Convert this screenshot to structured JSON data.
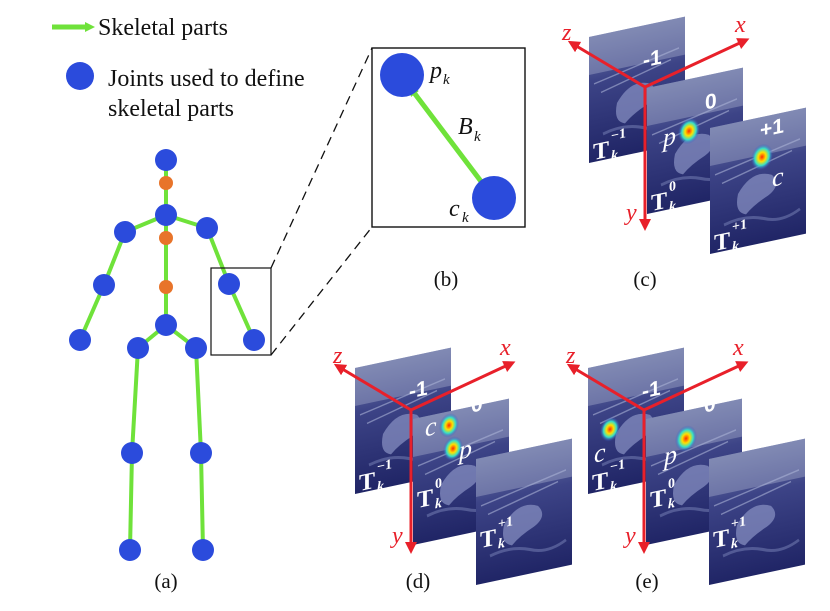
{
  "legend": {
    "bone_label": "Skeletal parts",
    "joint_label_line1": "Joints used to define",
    "joint_label_line2": "skeletal parts"
  },
  "panels": {
    "a": "(a)",
    "b": "(b)",
    "c": "(c)",
    "d": "(d)",
    "e": "(e)"
  },
  "zoom": {
    "p": "p",
    "p_sub": "k",
    "b": "B",
    "b_sub": "k",
    "c": "c",
    "c_sub": "k"
  },
  "axes": {
    "x": "x",
    "y": "y",
    "z": "z"
  },
  "frames": {
    "idx_prev": "-1",
    "idx_cur": "0",
    "idx_next": "+1",
    "t_letter": "T",
    "sub": "k",
    "sup_prev": "−1",
    "sup_cur": "0",
    "sup_next": "+1",
    "p": "p",
    "c": "c"
  },
  "colors": {
    "bone": "#6fe23a",
    "joint": "#2b4bdc",
    "mid_joint": "#e8742a",
    "axis": "#e8202a",
    "frame": "#3b3f86"
  }
}
